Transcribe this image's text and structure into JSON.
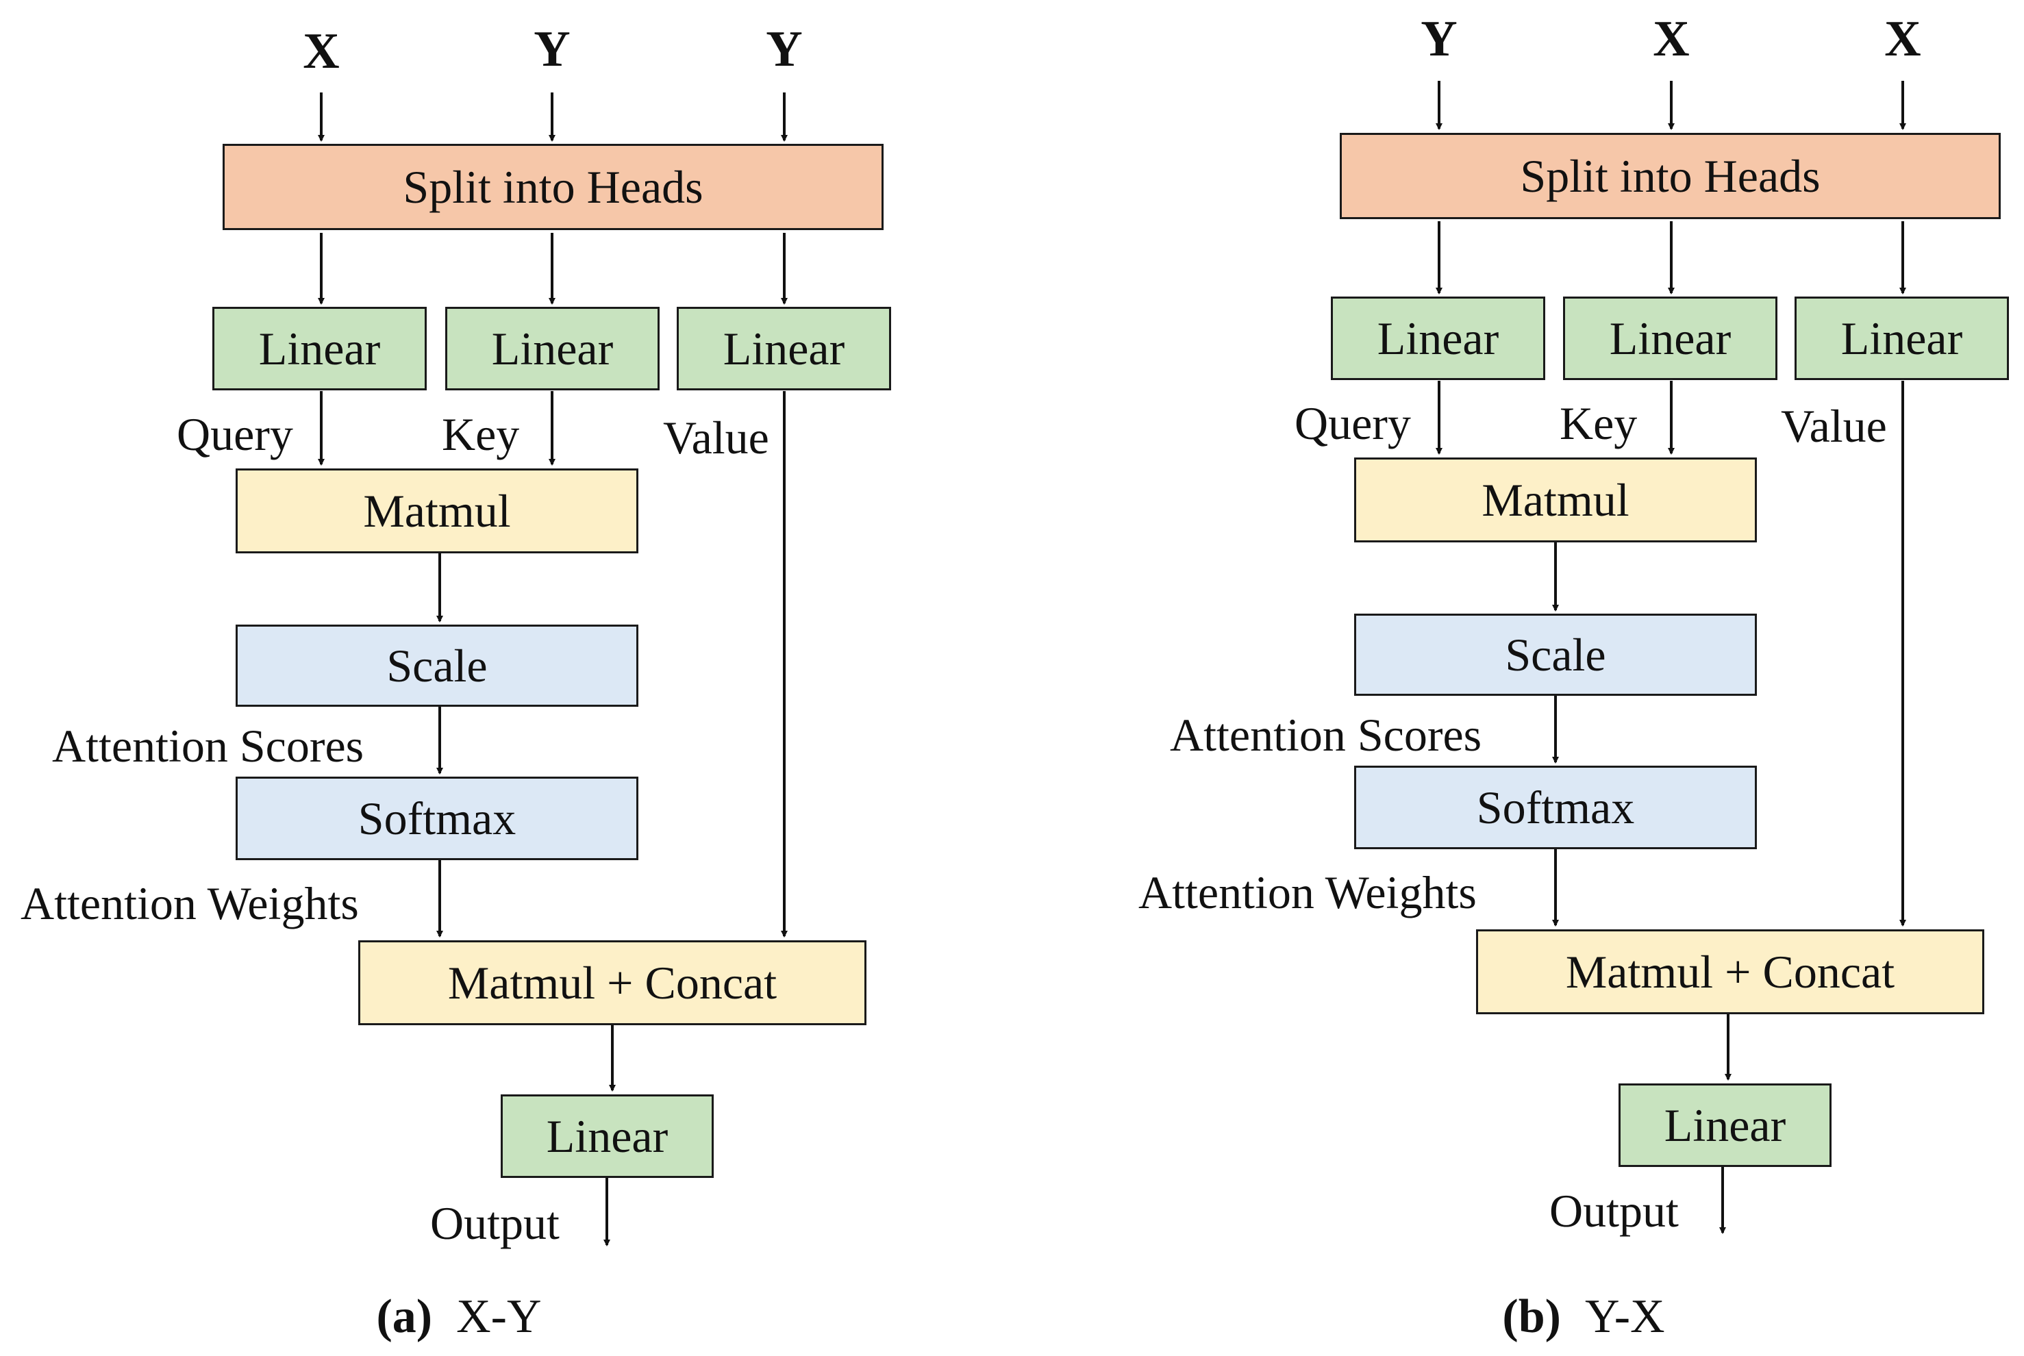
{
  "panel_a": {
    "inputs": [
      "X",
      "Y",
      "Y"
    ],
    "split": "Split into Heads",
    "linear_q": "Linear",
    "linear_k": "Linear",
    "linear_v": "Linear",
    "query": "Query",
    "key": "Key",
    "value": "Value",
    "matmul": "Matmul",
    "scale": "Scale",
    "attention_scores": "Attention Scores",
    "softmax": "Softmax",
    "attention_weights": "Attention Weights",
    "matmul_concat": "Matmul + Concat",
    "linear_out": "Linear",
    "output": "Output",
    "caption_letter": "(a)",
    "caption_text": "X-Y"
  },
  "panel_b": {
    "inputs": [
      "Y",
      "X",
      "X"
    ],
    "split": "Split into Heads",
    "linear_q": "Linear",
    "linear_k": "Linear",
    "linear_v": "Linear",
    "query": "Query",
    "key": "Key",
    "value": "Value",
    "matmul": "Matmul",
    "scale": "Scale",
    "attention_scores": "Attention Scores",
    "softmax": "Softmax",
    "attention_weights": "Attention Weights",
    "matmul_concat": "Matmul + Concat",
    "linear_out": "Linear",
    "output": "Output",
    "caption_letter": "(b)",
    "caption_text": "Y-X"
  },
  "colors": {
    "split": "#f6c7a9",
    "linear": "#c8e3bf",
    "matmul": "#fdf0c8",
    "scale_softmax": "#dce8f5"
  }
}
